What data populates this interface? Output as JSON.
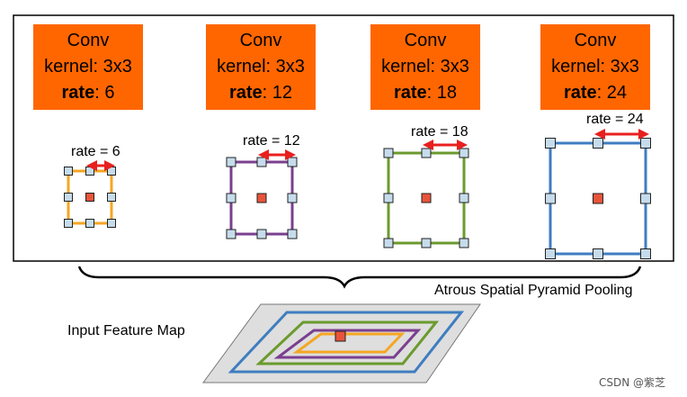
{
  "columns": [
    {
      "title": "Conv",
      "kernel": "kernel: 3x3",
      "rate_word": "rate",
      "rate_value": ": 6",
      "rate_label": "rate = 6",
      "color": "#f5a623"
    },
    {
      "title": "Conv",
      "kernel": "kernel: 3x3",
      "rate_word": "rate",
      "rate_value": ": 12",
      "rate_label": "rate = 12",
      "color": "#7b3f8f"
    },
    {
      "title": "Conv",
      "kernel": "kernel: 3x3",
      "rate_word": "rate",
      "rate_value": ": 18",
      "rate_label": "rate = 18",
      "color": "#6b9a2e"
    },
    {
      "title": "Conv",
      "kernel": "kernel: 3x3",
      "rate_word": "rate",
      "rate_value": ": 24",
      "rate_label": "rate = 24",
      "color": "#3f7dc0"
    }
  ],
  "aspp_label": "Atrous Spatial Pyramid Pooling",
  "input_label": "Input Feature Map",
  "watermark": "CSDN @紫芝",
  "colors": {
    "conv_box": "#ff6600",
    "center_cell": "#e8543a",
    "grid_cell": "#c6dcec",
    "arrow": "#e8201e",
    "plane": "#dedede"
  }
}
